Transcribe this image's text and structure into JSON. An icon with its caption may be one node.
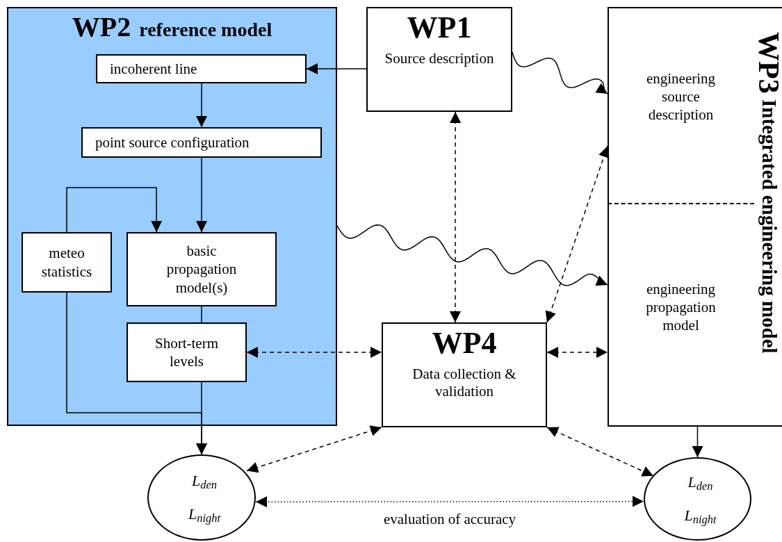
{
  "diagram": {
    "nodes": [
      {
        "text": [
          "WP2",
          "reference model"
        ]
      },
      {
        "text": [
          "incoherent line"
        ],
        "in": 0
      },
      {
        "text": [
          "point source configuration"
        ],
        "in": 0
      },
      {
        "text": [
          "meteo statistics"
        ],
        "in": 0
      },
      {
        "text": [
          "basic propagation model(s)"
        ],
        "in": 0
      },
      {
        "text": [
          "Short-term levels"
        ],
        "in": 0
      },
      {
        "text": [
          "WP1",
          "Source description"
        ]
      },
      {
        "text": [
          "WP3",
          "Integrated engineering model"
        ]
      },
      {
        "text": [
          "engineering source description"
        ],
        "in": 7
      },
      {
        "text": [
          "engineering propagation model"
        ],
        "in": 7
      },
      {
        "text": [
          "WP4",
          "Data collection & validation"
        ]
      },
      {
        "text": [
          "L$_{den}$",
          "L$_{night}$"
        ]
      },
      {
        "text": [
          "L$_{den}$",
          "L$_{night}$"
        ]
      }
    ],
    "edges": [
      {
        "from": 6,
        "to": 1,
        "arrow": "to"
      },
      {
        "from": 1,
        "to": 2,
        "arrow": "to"
      },
      {
        "from": 2,
        "to": 4,
        "arrow": "to"
      },
      {
        "from": 3,
        "to": 4,
        "arrow": "to"
      },
      {
        "from": 4,
        "to": 5,
        "arrow": "none"
      },
      {
        "from": 5,
        "to": 11,
        "arrow": "to"
      },
      {
        "from": 3,
        "to": 11,
        "arrow": "to"
      },
      {
        "from": 6,
        "to": 8,
        "arrow": "to"
      },
      {
        "from": 0,
        "to": 9,
        "arrow": "to"
      },
      {
        "from": 6,
        "to": 10,
        "arrow": "both",
        "style": "dashed"
      },
      {
        "from": 10,
        "to": 8,
        "arrow": "both",
        "style": "dashed"
      },
      {
        "from": 5,
        "to": 10,
        "arrow": "both",
        "style": "dashed"
      },
      {
        "from": 10,
        "to": 9,
        "arrow": "both",
        "style": "dashed"
      },
      {
        "from": 11,
        "to": 10,
        "arrow": "both",
        "style": "dashed"
      },
      {
        "from": 10,
        "to": 12,
        "arrow": "both",
        "style": "dashed"
      },
      {
        "from": 7,
        "to": 12,
        "arrow": "to"
      },
      {
        "from": 11,
        "to": 12,
        "arrow": "both",
        "style": "dashed",
        "label": "evaluation of accuracy"
      }
    ]
  }
}
